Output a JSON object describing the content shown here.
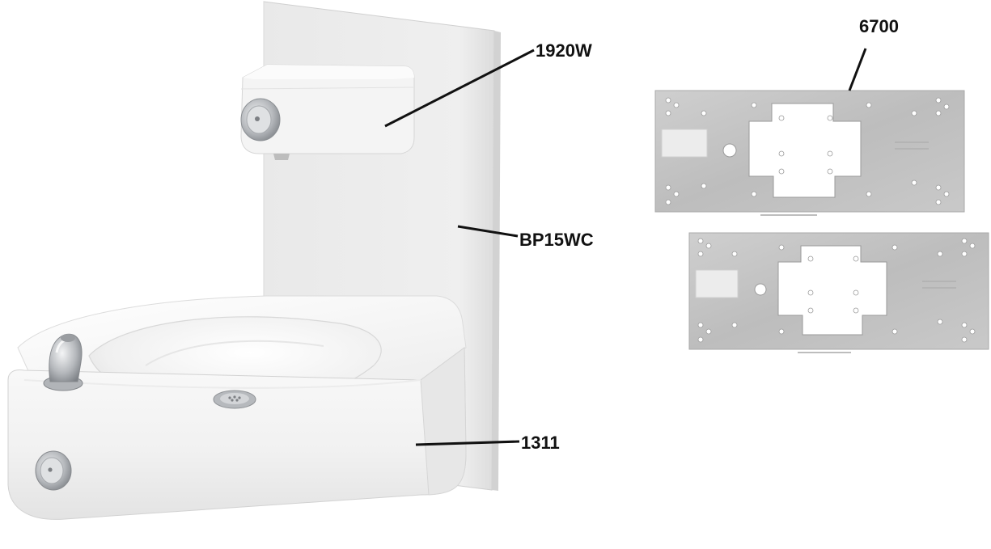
{
  "callouts": {
    "unit_1920w": "1920W",
    "panel_bp15wc": "BP15WC",
    "fountain_1311": "1311",
    "bracket_6700": "6700"
  },
  "colors": {
    "porcelain": "#f7f7f7",
    "panel": "#ececec",
    "steel": "#c4c4c4",
    "chrome": "#b9bcc0",
    "leader": "#111111"
  }
}
